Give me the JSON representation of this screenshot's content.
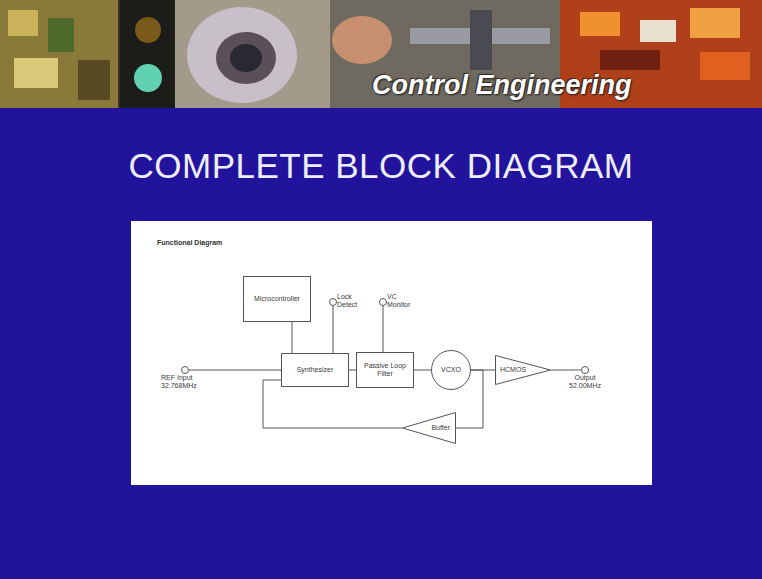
{
  "diagram": {
    "title": "COMPLETE BLOCK DIAGRAM",
    "nodes": [
      {
        "text": [
          "Microcontroller"
        ]
      },
      {
        "text": [
          "REF Input 32.768MHz"
        ]
      },
      {
        "text": [
          "Synthesizer"
        ]
      },
      {
        "text": [
          "Lock Detect"
        ]
      },
      {
        "text": [
          "VC Monitor"
        ]
      },
      {
        "text": [
          "Passive Loop Filter"
        ]
      },
      {
        "text": [
          "VCXO"
        ]
      },
      {
        "text": [
          "HCMOS"
        ]
      },
      {
        "text": [
          "Output 52.00MHz"
        ]
      },
      {
        "text": [
          "Buffer"
        ]
      }
    ],
    "edges": [
      {
        "from": 1,
        "to": 2,
        "arrow": "none"
      },
      {
        "from": 0,
        "to": 2,
        "arrow": "none"
      },
      {
        "from": 2,
        "to": 3,
        "arrow": "none"
      },
      {
        "from": 2,
        "to": 5,
        "arrow": "none"
      },
      {
        "from": 5,
        "to": 4,
        "arrow": "none"
      },
      {
        "from": 5,
        "to": 6,
        "arrow": "none"
      },
      {
        "from": 6,
        "to": 7,
        "arrow": "none"
      },
      {
        "from": 7,
        "to": 8,
        "arrow": "none"
      },
      {
        "from": 6,
        "to": 9,
        "arrow": "none"
      },
      {
        "from": 9,
        "to": 2,
        "arrow": "none"
      }
    ],
    "labels": [
      "Control Engineering",
      "Functional Diagram"
    ]
  }
}
